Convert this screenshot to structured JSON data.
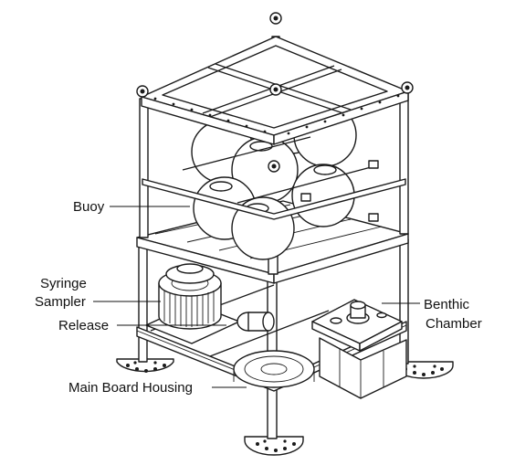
{
  "labels": {
    "buoy": "Buoy",
    "syringe_line1": "Syringe",
    "syringe_line2": "Sampler",
    "release": "Release",
    "benthic_line1": "Benthic",
    "benthic_line2": "Chamber",
    "main_board": "Main Board Housing"
  },
  "colors": {
    "line": "#1a1a1a",
    "background": "#ffffff"
  }
}
